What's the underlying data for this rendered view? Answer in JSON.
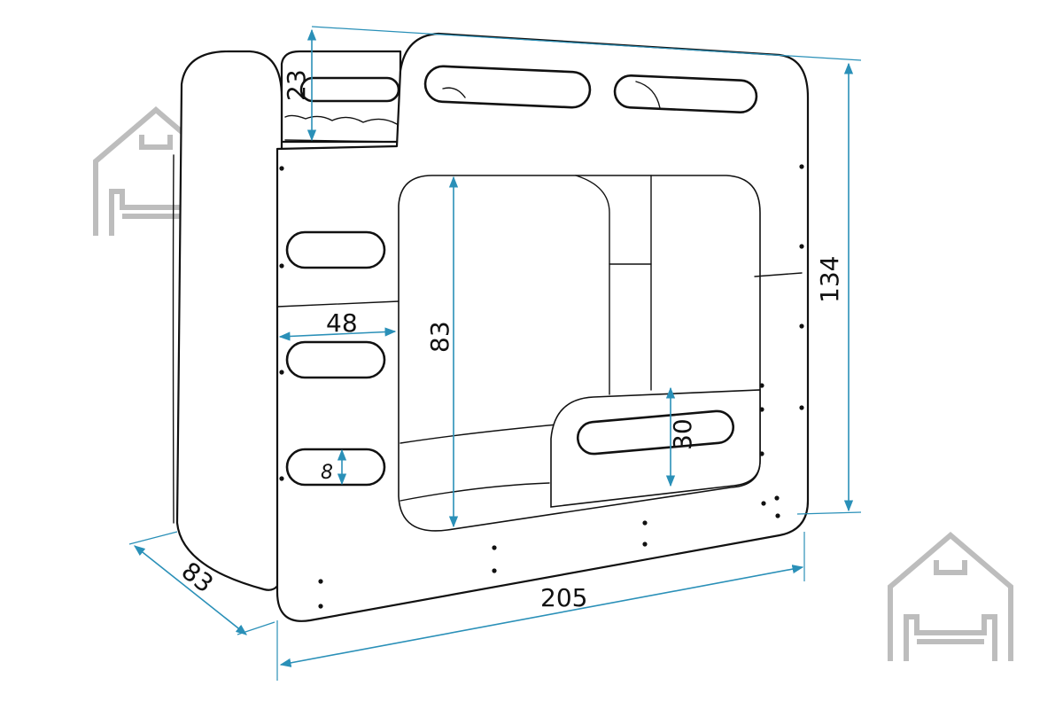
{
  "dimensions": {
    "height_total": "134",
    "width_total": "205",
    "depth": "83",
    "top_guard": "23",
    "opening_height": "83",
    "ladder_width": "48",
    "lower_guard": "30",
    "slot_height": "8"
  },
  "colors": {
    "line": "#111111",
    "dimension": "#2a90b8",
    "watermark": "#bdbdbd"
  },
  "icons": [
    "house-sofa-watermark-icon"
  ]
}
